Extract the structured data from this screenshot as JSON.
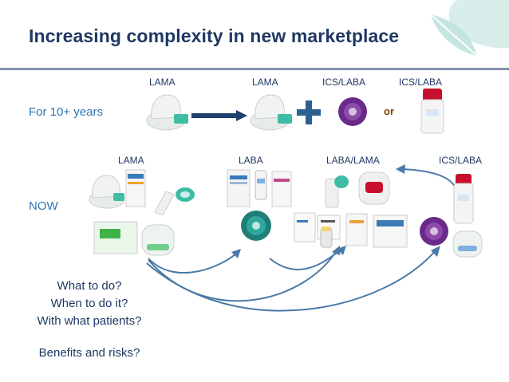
{
  "title": "Increasing complexity in new marketplace",
  "rows": {
    "past": {
      "label": "For 10+ years",
      "columns": [
        "LAMA",
        "LAMA",
        "ICS/LABA",
        "ICS/LABA"
      ],
      "or_text": "or"
    },
    "now": {
      "label": "NOW",
      "columns": [
        "LAMA",
        "LABA",
        "LABA/LAMA",
        "ICS/LABA"
      ]
    }
  },
  "questions": [
    "What to do?",
    "When to do it?",
    "With what patients?",
    "Benefits and risks?"
  ],
  "colors": {
    "title": "#1f3864",
    "side_label": "#2e74b5",
    "arrow": "#4a7aa8",
    "plus": "#2e5f8e",
    "or": "#7f3f00",
    "inhaler_purple": "#6a2a8a",
    "inhaler_red": "#c8102e",
    "inhaler_teal": "#2fb59a"
  },
  "icons": [
    "leaf-decoration",
    "handihaler-inhaler",
    "diskus-inhaler",
    "pmdi-inhaler",
    "breezhaler-inhaler",
    "ellipta-inhaler"
  ]
}
